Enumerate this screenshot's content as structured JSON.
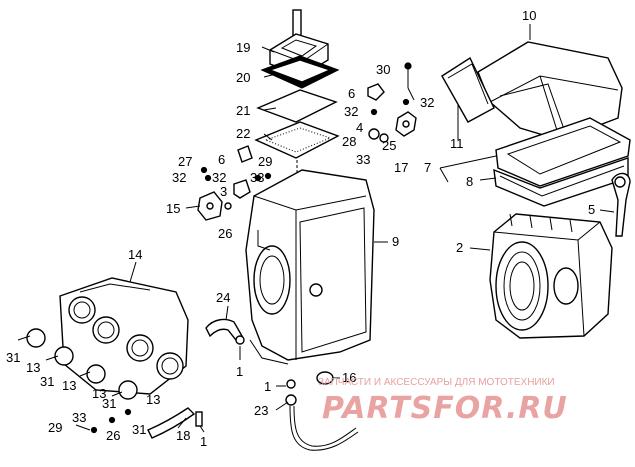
{
  "diagram": {
    "callouts": {
      "c1a": "1",
      "c1b": "1",
      "c1c": "1",
      "c2": "2",
      "c3": "3",
      "c4": "4",
      "c5": "5",
      "c6a": "6",
      "c6b": "6",
      "c7": "7",
      "c8": "8",
      "c9": "9",
      "c10": "10",
      "c11": "11",
      "c13a": "13",
      "c13b": "13",
      "c13c": "13",
      "c13d": "13",
      "c14": "14",
      "c15": "15",
      "c16": "16",
      "c17": "17",
      "c18": "18",
      "c19": "19",
      "c20": "20",
      "c21": "21",
      "c22": "22",
      "c23": "23",
      "c24": "24",
      "c25": "25",
      "c26a": "26",
      "c26b": "26",
      "c27": "27",
      "c28": "28",
      "c29a": "29",
      "c29b": "29",
      "c30": "30",
      "c31a": "31",
      "c31b": "31",
      "c31c": "31",
      "c31d": "31",
      "c32a": "32",
      "c32b": "32",
      "c32c": "32",
      "c32d": "32",
      "c33a": "33",
      "c33b": "33",
      "c33c": "33"
    },
    "watermark": {
      "subtitle": "ЗАПЧАСТИ И АКСЕССУАРЫ ДЛЯ МОТОТЕХНИКИ",
      "brand": "PARTSFOR.RU"
    }
  }
}
